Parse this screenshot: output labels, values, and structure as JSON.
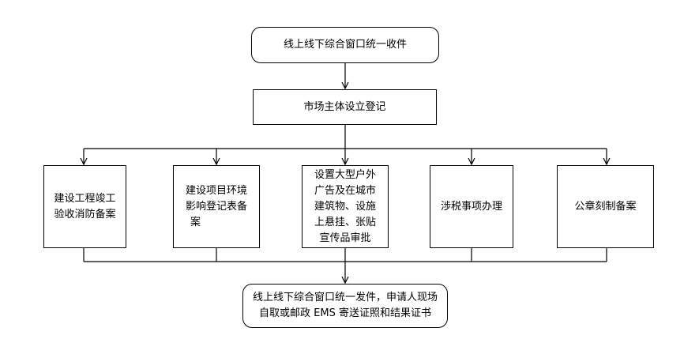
{
  "diagram": {
    "top": "线上线下综合窗口统一收件",
    "second": "市场主体设立登记",
    "branches": [
      {
        "lines": [
          "建设工程竣工",
          "验收消防备案"
        ]
      },
      {
        "lines": [
          "建设项目环境",
          "影响登记表备",
          "案"
        ]
      },
      {
        "lines": [
          "设置大型户外",
          "广告及在城市",
          "建筑物、设施",
          "上悬挂、张贴",
          "宣传品审批"
        ]
      },
      {
        "lines": [
          "涉税事项办理"
        ]
      },
      {
        "lines": [
          "公章刻制备案"
        ]
      }
    ],
    "bottom": [
      "线上线下综合窗口统一发件，申请人现场",
      "自取或邮政 EMS 寄送证照和结果证书"
    ]
  }
}
